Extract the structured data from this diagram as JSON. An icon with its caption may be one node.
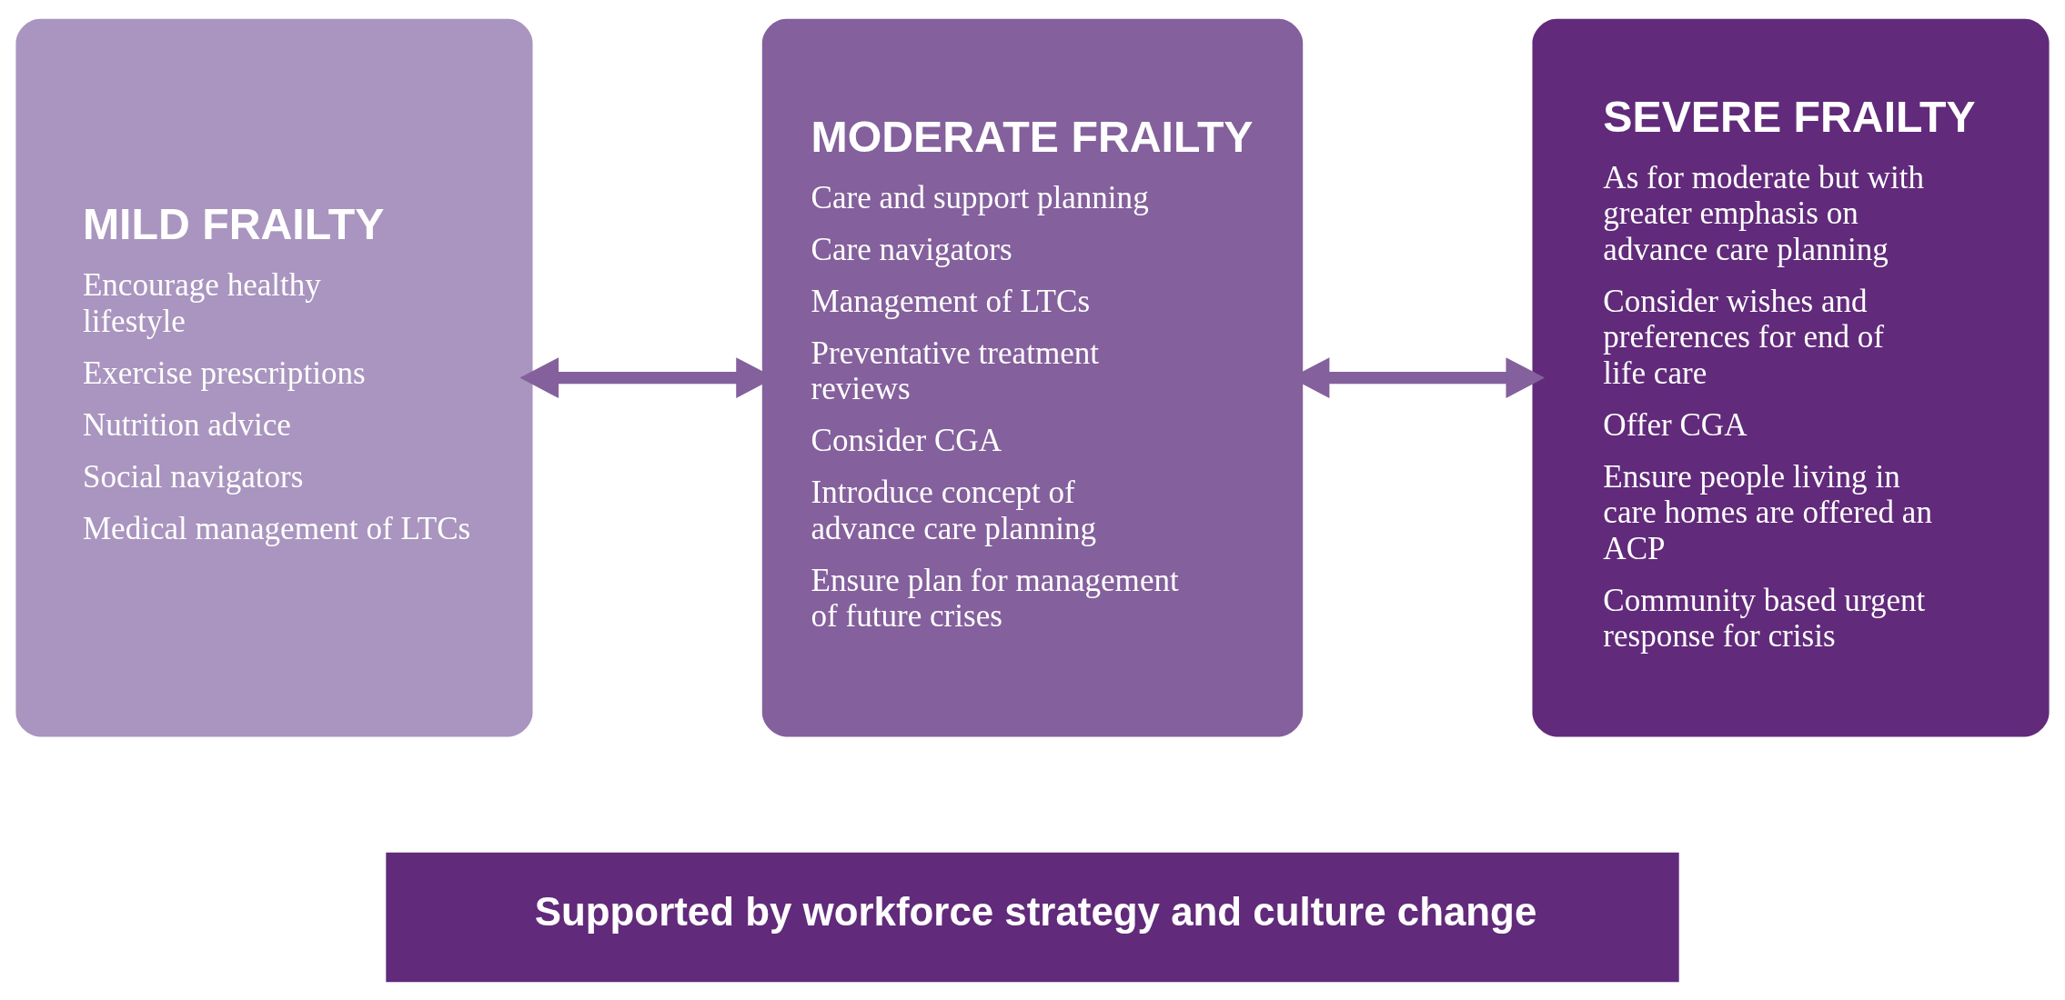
{
  "diagram": {
    "nodes": [
      {
        "text": [
          "MILD FRAILTY",
          "Encourage healthy lifestyle",
          "Exercise prescriptions",
          "Nutrition advice",
          "Social navigators",
          "Medical management of LTCs"
        ]
      },
      {
        "text": [
          "MODERATE FRAILTY",
          "Care and support planning",
          "Care navigators",
          "Management of LTCs",
          "Preventative treatment reviews",
          "Consider CGA",
          "Introduce concept of advance care planning",
          "Ensure plan for management of future crises"
        ]
      },
      {
        "text": [
          "SEVERE FRAILTY",
          "As for moderate but with greater emphasis on advance care planning",
          "Consider wishes and preferences for end of life care",
          "Offer CGA",
          "Ensure people living in care homes are offered an ACP",
          "Community based urgent response for crisis"
        ]
      },
      {
        "text": [
          "Supported by workforce strategy and culture change"
        ]
      }
    ],
    "edges": [
      {
        "from": 0,
        "to": 1,
        "arrow": "both"
      },
      {
        "from": 1,
        "to": 2,
        "arrow": "both"
      }
    ]
  }
}
